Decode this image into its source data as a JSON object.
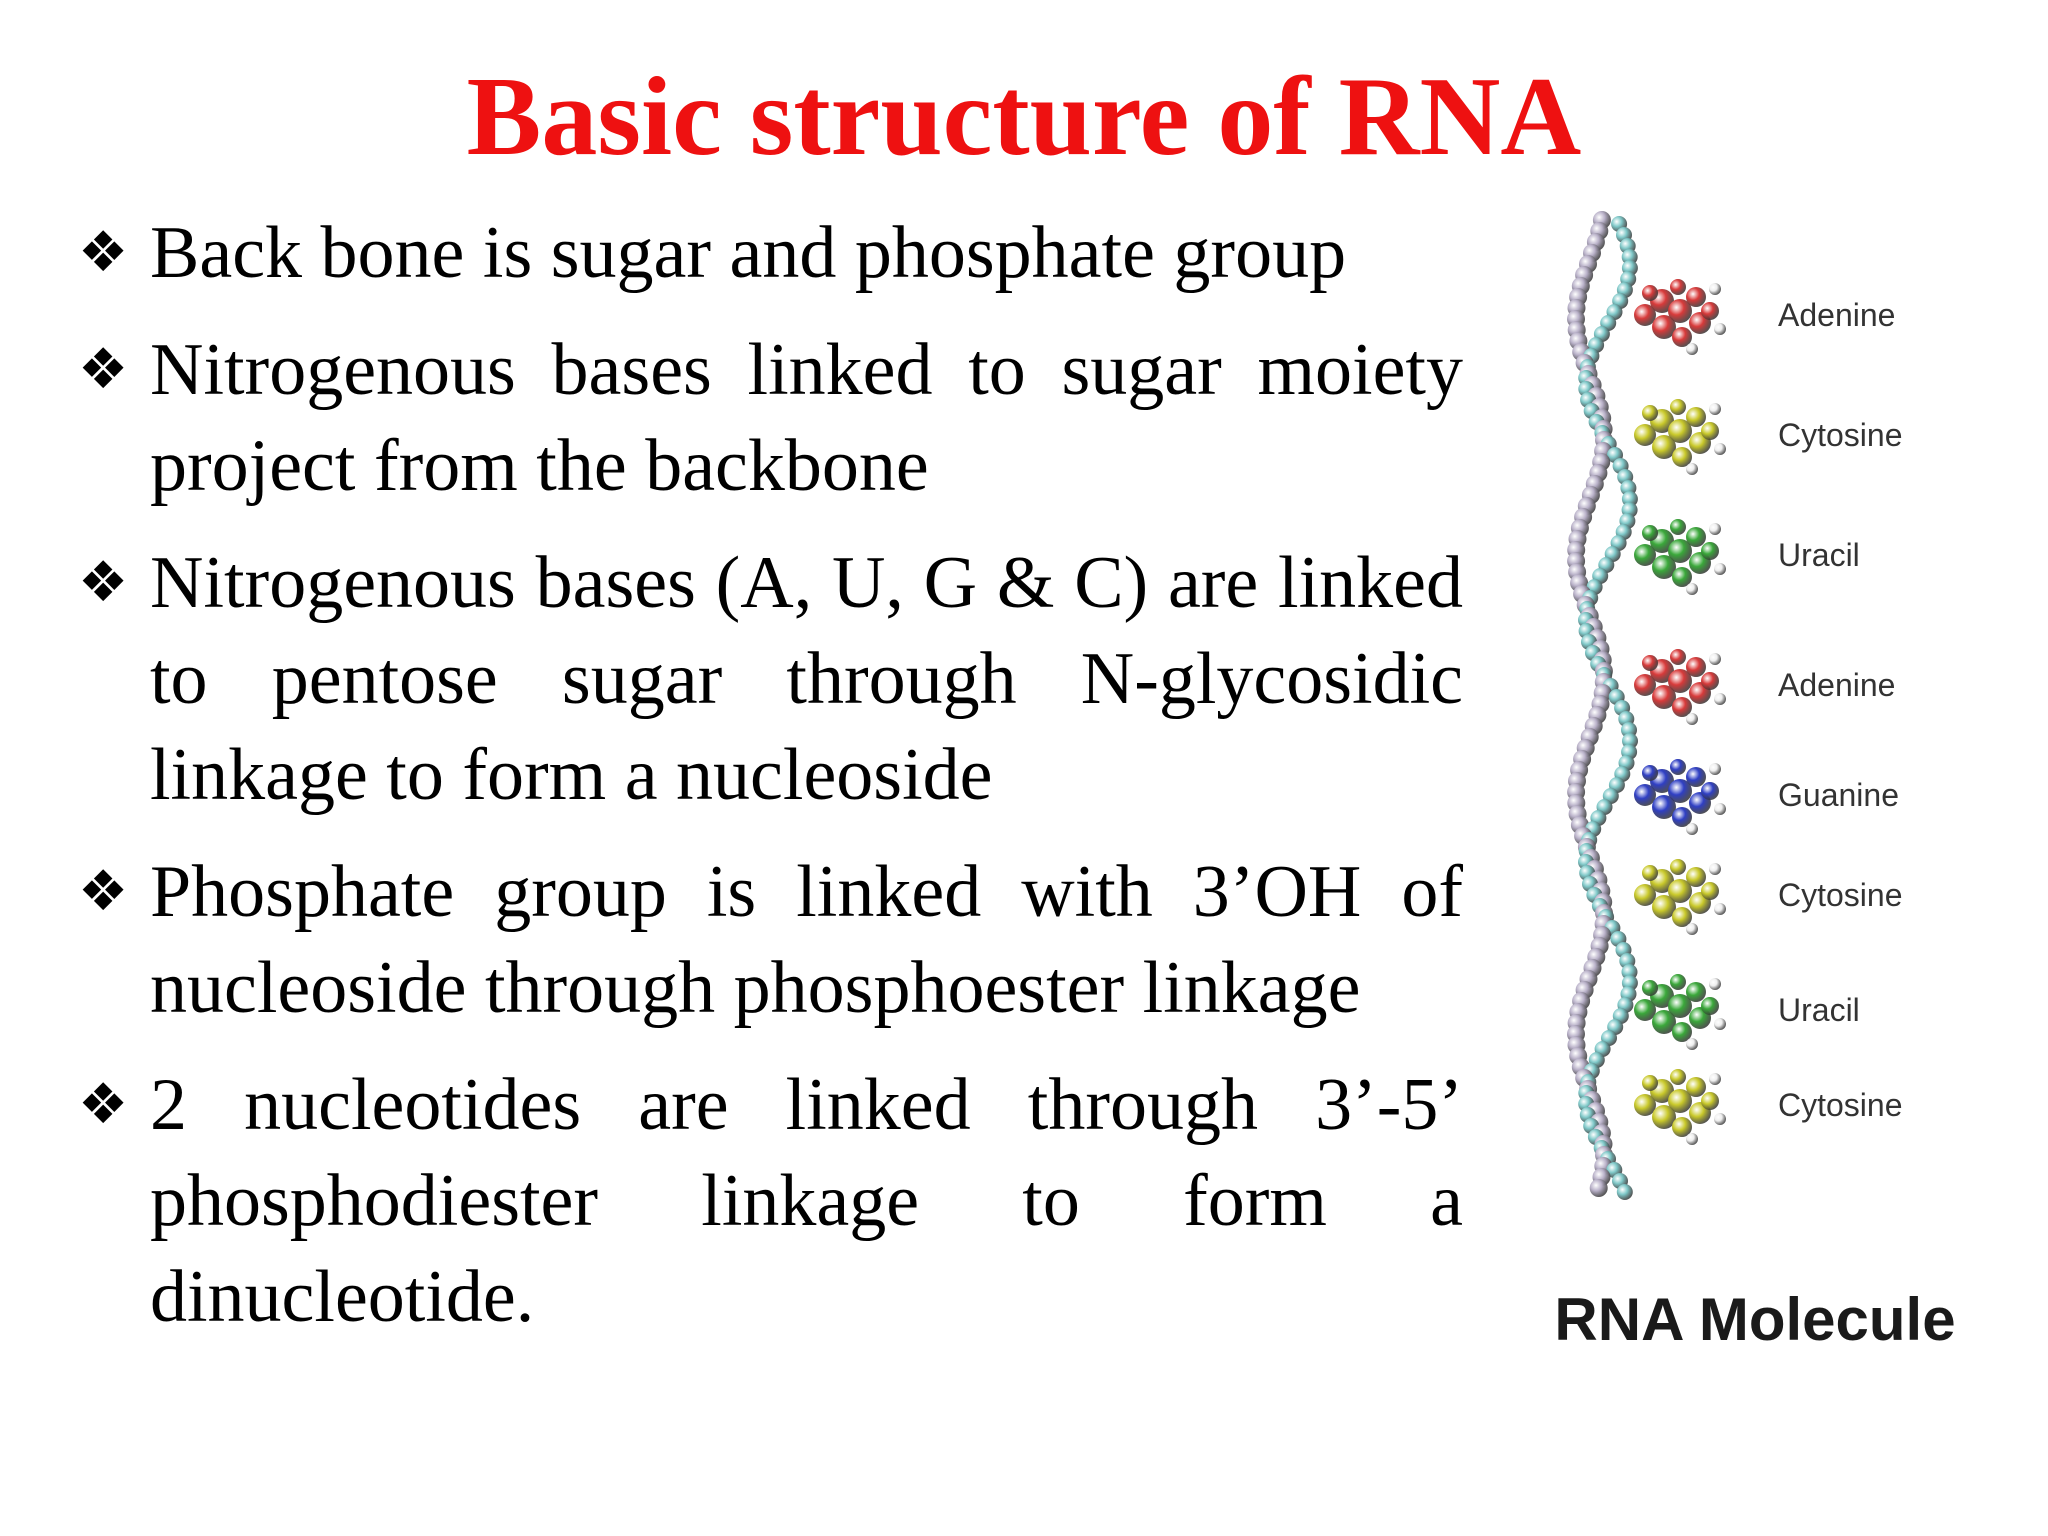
{
  "slide": {
    "title": "Basic structure of RNA",
    "title_color": "#ee1111",
    "bullet_marker": "❖",
    "bullets": [
      "Back bone is sugar and phosphate group",
      "Nitrogenous bases linked to sugar moiety project from the backbone",
      "Nitrogenous bases (A, U, G & C) are linked to pentose sugar through N-glycosidic linkage to form a nucleoside",
      "Phosphate group is linked with 3’OH of nucleoside through phosphoester linkage",
      "2 nucleotides are linked through 3’-5’ phosphodiester linkage to form a dinucleotide."
    ]
  },
  "figure": {
    "caption": "RNA Molecule",
    "bases": [
      {
        "label": "Adenine",
        "color": "#d83a3a"
      },
      {
        "label": "Cytosine",
        "color": "#c9c92a"
      },
      {
        "label": "Uracil",
        "color": "#3aa83a"
      },
      {
        "label": "Adenine",
        "color": "#d83a3a"
      },
      {
        "label": "Guanine",
        "color": "#2f3fc4"
      },
      {
        "label": "Cytosine",
        "color": "#c9c92a"
      },
      {
        "label": "Uracil",
        "color": "#3aa83a"
      },
      {
        "label": "Cytosine",
        "color": "#c9c92a"
      }
    ],
    "backbone_colors": {
      "sugar": "#7ec8c8",
      "phosphate": "#b8b0c8"
    }
  }
}
